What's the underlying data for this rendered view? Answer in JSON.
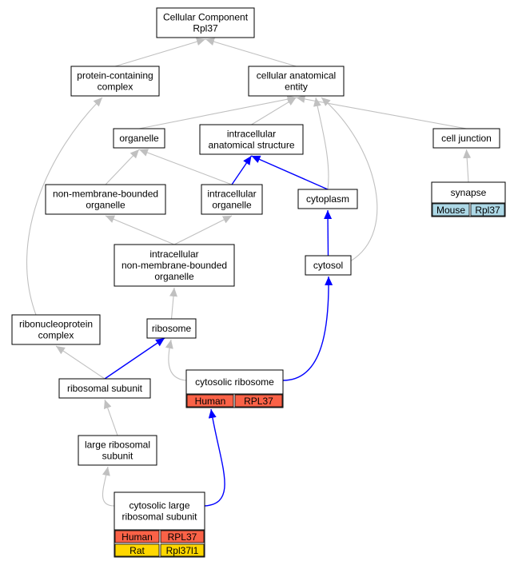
{
  "colors": {
    "gray_edge": "#c0c0c0",
    "blue_edge": "#0000ff",
    "human": "#fa6247",
    "rat": "#ffd700",
    "mouse": "#add8e6"
  },
  "nodes": {
    "cc_root": {
      "lines": [
        "Cellular Component",
        "Rpl37"
      ]
    },
    "protein_complex": {
      "lines": [
        "protein-containing",
        "complex"
      ]
    },
    "cae": {
      "lines": [
        "cellular anatomical",
        "entity"
      ]
    },
    "organelle": {
      "lines": [
        "organelle"
      ]
    },
    "ias": {
      "lines": [
        "intracellular",
        "anatomical structure"
      ]
    },
    "cell_junction": {
      "lines": [
        "cell junction"
      ]
    },
    "nmbo": {
      "lines": [
        "non-membrane-bounded",
        "organelle"
      ]
    },
    "io": {
      "lines": [
        "intracellular",
        "organelle"
      ]
    },
    "cytoplasm": {
      "lines": [
        "cytoplasm"
      ]
    },
    "synapse": {
      "lines": [
        "synapse"
      ],
      "table": [
        [
          "Mouse",
          "Rpl37"
        ]
      ]
    },
    "inmbo": {
      "lines": [
        "intracellular",
        "non-membrane-bounded",
        "organelle"
      ]
    },
    "cytosol": {
      "lines": [
        "cytosol"
      ]
    },
    "rnp": {
      "lines": [
        "ribonucleoprotein",
        "complex"
      ]
    },
    "ribosome": {
      "lines": [
        "ribosome"
      ]
    },
    "ribosomal_subunit": {
      "lines": [
        "ribosomal subunit"
      ]
    },
    "cytosolic_ribosome": {
      "lines": [
        "cytosolic ribosome"
      ],
      "table": [
        [
          "Human",
          "RPL37"
        ]
      ]
    },
    "large_subunit": {
      "lines": [
        "large ribosomal",
        "subunit"
      ]
    },
    "cytosolic_large": {
      "lines": [
        "cytosolic large",
        "ribosomal subunit"
      ],
      "table": [
        [
          "Human",
          "RPL37"
        ],
        [
          "Rat",
          "Rpl37l1"
        ]
      ]
    }
  },
  "edges": [
    {
      "from": "protein_complex",
      "to": "cc_root",
      "color": "gray"
    },
    {
      "from": "cae",
      "to": "cc_root",
      "color": "gray"
    },
    {
      "from": "organelle",
      "to": "cae",
      "color": "gray"
    },
    {
      "from": "ias",
      "to": "cae",
      "color": "gray"
    },
    {
      "from": "cell_junction",
      "to": "cae",
      "color": "gray"
    },
    {
      "from": "cytoplasm",
      "to": "cae",
      "color": "gray"
    },
    {
      "from": "cytosol",
      "to": "cae",
      "color": "gray"
    },
    {
      "from": "nmbo",
      "to": "organelle",
      "color": "gray"
    },
    {
      "from": "io",
      "to": "organelle",
      "color": "gray"
    },
    {
      "from": "io",
      "to": "ias",
      "color": "blue"
    },
    {
      "from": "cytoplasm",
      "to": "ias",
      "color": "blue"
    },
    {
      "from": "synapse",
      "to": "cell_junction",
      "color": "gray"
    },
    {
      "from": "inmbo",
      "to": "nmbo",
      "color": "gray"
    },
    {
      "from": "inmbo",
      "to": "io",
      "color": "gray"
    },
    {
      "from": "cytosol",
      "to": "cytoplasm",
      "color": "blue"
    },
    {
      "from": "ribosome",
      "to": "inmbo",
      "color": "gray"
    },
    {
      "from": "rnp",
      "to": "protein_complex",
      "color": "gray"
    },
    {
      "from": "ribosomal_subunit",
      "to": "rnp",
      "color": "gray"
    },
    {
      "from": "ribosomal_subunit",
      "to": "ribosome",
      "color": "blue"
    },
    {
      "from": "cytosolic_ribosome",
      "to": "ribosome",
      "color": "gray"
    },
    {
      "from": "cytosolic_ribosome",
      "to": "cytosol",
      "color": "blue"
    },
    {
      "from": "large_subunit",
      "to": "ribosomal_subunit",
      "color": "gray"
    },
    {
      "from": "cytosolic_large",
      "to": "large_subunit",
      "color": "gray"
    },
    {
      "from": "cytosolic_large",
      "to": "cytosolic_ribosome",
      "color": "blue"
    }
  ]
}
